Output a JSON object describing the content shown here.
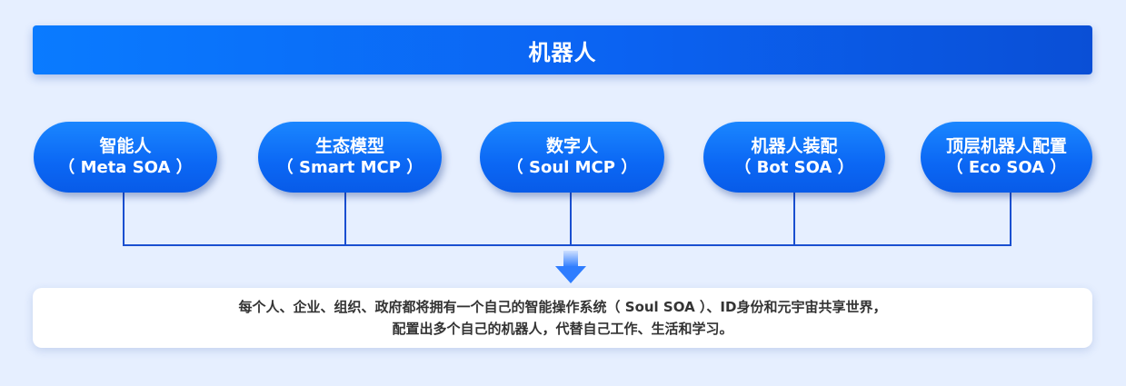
{
  "title": "机器人",
  "nodes": [
    {
      "name": "智能人",
      "sub": "（ Meta SOA ）"
    },
    {
      "name": "生态模型",
      "sub": "（ Smart MCP ）"
    },
    {
      "name": "数字人",
      "sub": "（ Soul MCP ）"
    },
    {
      "name": "机器人装配",
      "sub": "（ Bot SOA ）"
    },
    {
      "name": "顶层机器人配置",
      "sub": "（ Eco SOA ）"
    }
  ],
  "description": {
    "line1": "每个人、企业、组织、政府都将拥有一个自己的智能操作系统（ Soul SOA ）、ID身份和元宇宙共享世界，",
    "line2": "配置出多个自己的机器人，代替自己工作、生活和学习。"
  },
  "colors": {
    "primary": "#0b67f4",
    "connector": "#1a4fd0",
    "arrow": "#3d8bff",
    "background": "#e6efff"
  }
}
